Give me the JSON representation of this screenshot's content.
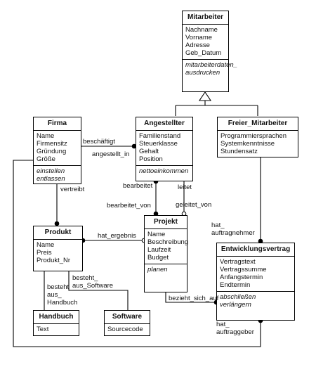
{
  "classes": {
    "mitarbeiter": {
      "name": "Mitarbeiter",
      "attributes": [
        "Nachname",
        "Vorname",
        "Adresse",
        "Geb_Datum"
      ],
      "operations": [
        "mitarbeiterdaten_",
        "ausdrucken"
      ]
    },
    "firma": {
      "name": "Firma",
      "attributes": [
        "Name",
        "Firmensitz",
        "Gründung",
        "Größe"
      ],
      "operations": [
        "einstellen",
        "entlassen"
      ]
    },
    "angestellter": {
      "name": "Angestellter",
      "attributes": [
        "Familienstand",
        "Steuerklasse",
        "Gehalt",
        "Position"
      ],
      "operations": [
        "nettoeinkommen"
      ]
    },
    "freier_mitarbeiter": {
      "name": "Freier_Mitarbeiter",
      "attributes": [
        "Programmiersprachen",
        "Systemkenntnisse",
        "Stundensatz"
      ],
      "operations": []
    },
    "produkt": {
      "name": "Produkt",
      "attributes": [
        "Name",
        "Preis",
        "Produkt_Nr"
      ],
      "operations": []
    },
    "projekt": {
      "name": "Projekt",
      "attributes": [
        "Name",
        "Beschreibung",
        "Laufzeit",
        "Budget"
      ],
      "operations": [
        "planen"
      ]
    },
    "entwicklungsvertrag": {
      "name": "Entwicklungsvertrag",
      "attributes": [
        "Vertragstext",
        "Vertragssumme",
        "Anfangstermin",
        "Endtermin"
      ],
      "operations": [
        "abschließen",
        "verlängern"
      ]
    },
    "handbuch": {
      "name": "Handbuch",
      "attributes": [
        "Text"
      ],
      "operations": []
    },
    "software": {
      "name": "Software",
      "attributes": [
        "Sourcecode"
      ],
      "operations": []
    }
  },
  "labels": {
    "beschaeftigt": "beschäftigt",
    "angestellt_in": "angestellt_in",
    "vertreibt": "vertreibt",
    "bearbeitet": "bearbeitet",
    "leitet": "leitet",
    "bearbeitet_von": "bearbeitet_von",
    "geleitet_von": "geleitet_von",
    "hat_ergebnis": "hat_ergebnis",
    "hat_auftragnehmer_1": "hat_",
    "hat_auftragnehmer_2": "auftragnehmer",
    "besteht_aus_software_1": "besteht_",
    "besteht_aus_software_2": "aus_Software",
    "besteht_aus_handbuch_1": "besteht_",
    "besteht_aus_handbuch_2": "aus_",
    "besteht_aus_handbuch_3": "Handbuch",
    "bezieht_sich_auf": "bezieht_sich_auf",
    "hat_auftraggeber_1": "hat_",
    "hat_auftraggeber_2": "auftraggeber"
  }
}
